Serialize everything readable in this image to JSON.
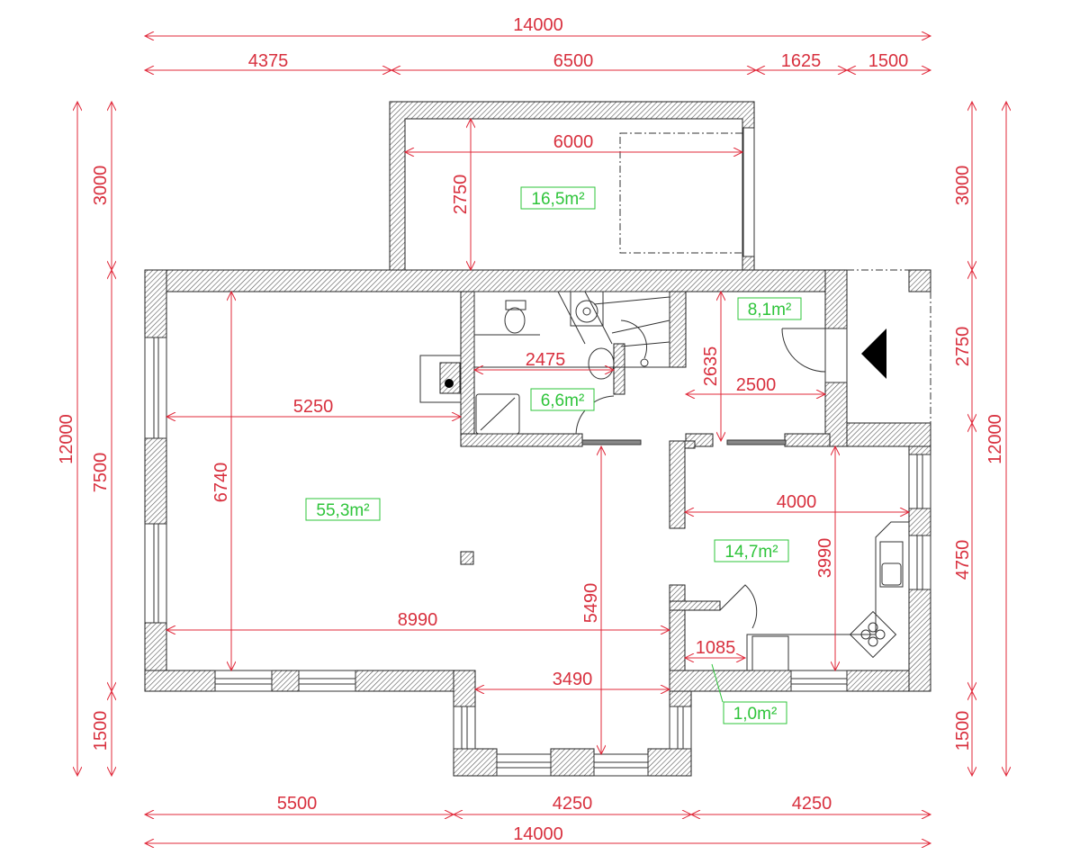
{
  "drawing": {
    "type": "architectural floor plan",
    "units": "mm",
    "colors": {
      "dimension": "#e0283a",
      "area_label": "#2ec43a",
      "wall": "#333333"
    }
  },
  "dimensions": {
    "top_total": "14000",
    "top_segments": [
      "4375",
      "6500",
      "1625",
      "1500"
    ],
    "bottom_segments": [
      "5500",
      "4250",
      "4250"
    ],
    "bottom_total": "14000",
    "left_total": "12000",
    "left_segments": [
      "3000",
      "7500",
      "1500"
    ],
    "right_segments": [
      "3000",
      "2750",
      "4750",
      "1500"
    ],
    "right_total": "12000",
    "interior": {
      "garage_width": "6000",
      "garage_depth": "2750",
      "bath_width": "2475",
      "living_to_wall": "5250",
      "living_depth": "6740",
      "living_width": "8990",
      "bay_width": "3490",
      "bay_depth": "5490",
      "hall_depth": "2635",
      "hall_width": "2500",
      "kitchen_width": "4000",
      "kitchen_depth": "3990",
      "pantry_width": "1085"
    }
  },
  "rooms": [
    {
      "id": "garage",
      "area": "16,5m²"
    },
    {
      "id": "bathroom",
      "area": "6,6m²"
    },
    {
      "id": "hall",
      "area": "8,1m²"
    },
    {
      "id": "living",
      "area": "55,3m²"
    },
    {
      "id": "kitchen",
      "area": "14,7m²"
    },
    {
      "id": "pantry",
      "area": "1,0m²"
    }
  ]
}
